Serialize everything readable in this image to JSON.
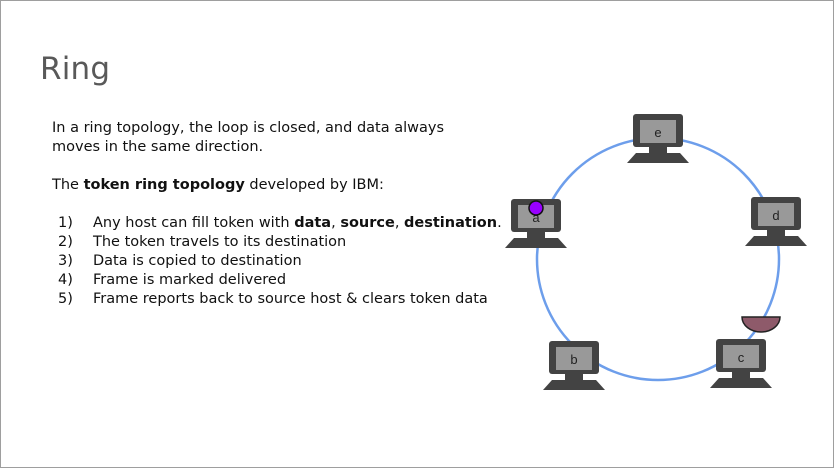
{
  "slide": {
    "title": "Ring",
    "paragraph1": "In a ring topology, the loop is closed, and data always moves in the same direction.",
    "paragraph2": {
      "prefix": "The ",
      "bold": "token ring topology",
      "suffix": " developed by IBM:"
    },
    "steps": [
      {
        "num": "1)",
        "parts": [
          {
            "text": "Any host can fill token with ",
            "bold": false
          },
          {
            "text": "data",
            "bold": true
          },
          {
            "text": ", ",
            "bold": false
          },
          {
            "text": "source",
            "bold": true
          },
          {
            "text": ", ",
            "bold": false
          },
          {
            "text": "destination",
            "bold": true
          },
          {
            "text": ".",
            "bold": false
          }
        ]
      },
      {
        "num": "2)",
        "parts": [
          {
            "text": "The token travels to its destination",
            "bold": false
          }
        ]
      },
      {
        "num": "3)",
        "parts": [
          {
            "text": "Data is copied to destination",
            "bold": false
          }
        ]
      },
      {
        "num": "4)",
        "parts": [
          {
            "text": "Frame is marked delivered",
            "bold": false
          }
        ]
      },
      {
        "num": "5)",
        "parts": [
          {
            "text": "Frame reports back to source host & clears token data",
            "bold": false
          }
        ]
      }
    ]
  },
  "diagram": {
    "ring_color": "#6d9eeb",
    "token_color": "#9900ff",
    "frame_color": "#8e5a6a",
    "hosts": [
      {
        "id": "e",
        "label": "e"
      },
      {
        "id": "d",
        "label": "d"
      },
      {
        "id": "c",
        "label": "c"
      },
      {
        "id": "b",
        "label": "b"
      },
      {
        "id": "a",
        "label": "a"
      }
    ]
  }
}
